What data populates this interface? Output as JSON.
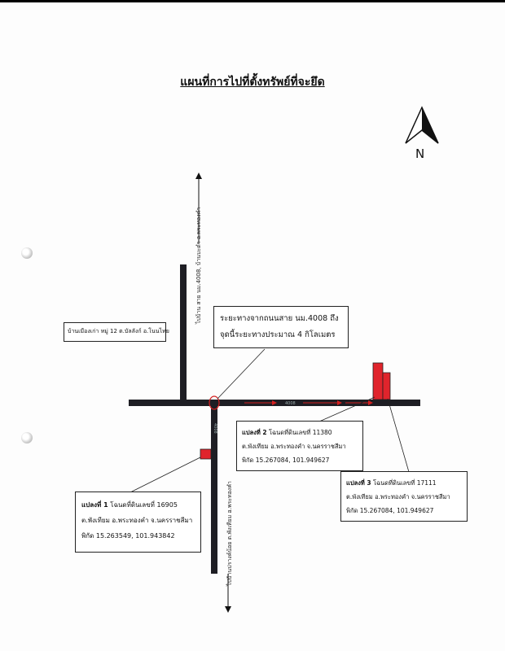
{
  "title": "แผนที่การไปที่ตั้งทรัพย์ที่จะยึด",
  "north_label": "N",
  "roads": {
    "north_road_label": "ไปบ้าน สาย นม.4008, บ้านบะดำ อ.พระทองคำ",
    "south_road_label": "ไปบ้านปรางค์น้อย ต.พังเทียม อ.พระทองคำ",
    "main_road_mark": "4008",
    "side_road_mark": "4008"
  },
  "village_label": "บ้านเมืองเก่า หมู่ 12 ต.บัลลังก์ อ.โนนไทย",
  "distance_note": {
    "line1": "ระยะทางจากถนนสาย นม.4008 ถึง",
    "line2": "จุดนี้ระยะทางประมาณ 4 กิโลเมตร"
  },
  "plots": [
    {
      "title_bold": "แปลงที่ 1",
      "title_rest": " โฉนดที่ดินเลขที่ 16905",
      "location": "ต.พังเทียม อ.พระทองคำ จ.นครราชสีมา",
      "coords": "พิกัด 15.263549, 101.943842"
    },
    {
      "title_bold": "แปลงที่ 2",
      "title_rest": " โฉนดที่ดินเลขที่ 11380",
      "location": "ต.พังเทียม อ.พระทองคำ จ.นครราชสีมา",
      "coords": "พิกัด 15.267084, 101.949627"
    },
    {
      "title_bold": "แปลงที่ 3",
      "title_rest": " โฉนดที่ดินเลขที่ 17111",
      "location": "ต.พังเทียม อ.พระทองคำ จ.นครราชสีมา",
      "coords": "พิกัด 15.267084, 101.949627"
    }
  ],
  "colors": {
    "road": "#1e1e24",
    "parcel": "#e0242c",
    "arrow": "#d42020"
  }
}
